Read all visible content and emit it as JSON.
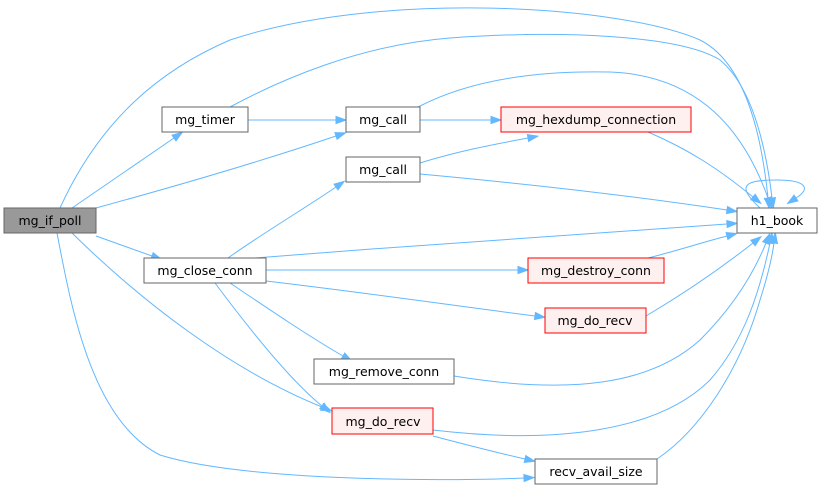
{
  "colors": {
    "edge": "#63b8ff",
    "node_fill": "#ffffff",
    "node_border": "#666666",
    "highlight_fill": "#999999",
    "highlight_border": "#666666",
    "red_fill": "#fff0f0",
    "red_border": "#ff0000"
  },
  "nodes": {
    "mg_if_poll": {
      "label": "mg_if_poll",
      "style": "highlight"
    },
    "mg_timer": {
      "label": "mg_timer",
      "style": "normal"
    },
    "mg_call_1": {
      "label": "mg_call",
      "style": "normal"
    },
    "mg_call_2": {
      "label": "mg_call",
      "style": "normal"
    },
    "mg_hexdump_connection": {
      "label": "mg_hexdump_connection",
      "style": "red"
    },
    "h1_book": {
      "label": "h1_book",
      "style": "normal"
    },
    "mg_close_conn": {
      "label": "mg_close_conn",
      "style": "normal"
    },
    "mg_destroy_conn": {
      "label": "mg_destroy_conn",
      "style": "red"
    },
    "mg_do_recv_1": {
      "label": "mg_do_recv",
      "style": "red"
    },
    "mg_remove_conn": {
      "label": "mg_remove_conn",
      "style": "normal"
    },
    "mg_do_recv_2": {
      "label": "mg_do_recv",
      "style": "red"
    },
    "recv_avail_size": {
      "label": "recv_avail_size",
      "style": "normal"
    }
  },
  "edges": [
    {
      "from": "mg_if_poll",
      "to": "mg_timer"
    },
    {
      "from": "mg_if_poll",
      "to": "mg_call_1"
    },
    {
      "from": "mg_if_poll",
      "to": "h1_book"
    },
    {
      "from": "mg_if_poll",
      "to": "mg_close_conn"
    },
    {
      "from": "mg_if_poll",
      "to": "mg_do_recv_2"
    },
    {
      "from": "mg_if_poll",
      "to": "recv_avail_size"
    },
    {
      "from": "mg_timer",
      "to": "mg_call_1"
    },
    {
      "from": "mg_timer",
      "to": "h1_book"
    },
    {
      "from": "mg_call_1",
      "to": "mg_hexdump_connection"
    },
    {
      "from": "mg_call_1",
      "to": "h1_book"
    },
    {
      "from": "mg_call_2",
      "to": "mg_hexdump_connection"
    },
    {
      "from": "mg_call_2",
      "to": "h1_book"
    },
    {
      "from": "mg_hexdump_connection",
      "to": "h1_book"
    },
    {
      "from": "h1_book",
      "to": "h1_book"
    },
    {
      "from": "mg_close_conn",
      "to": "mg_call_2"
    },
    {
      "from": "mg_close_conn",
      "to": "h1_book"
    },
    {
      "from": "mg_close_conn",
      "to": "mg_destroy_conn"
    },
    {
      "from": "mg_close_conn",
      "to": "mg_do_recv_1"
    },
    {
      "from": "mg_close_conn",
      "to": "mg_remove_conn"
    },
    {
      "from": "mg_close_conn",
      "to": "mg_do_recv_2"
    },
    {
      "from": "mg_destroy_conn",
      "to": "h1_book"
    },
    {
      "from": "mg_do_recv_1",
      "to": "h1_book"
    },
    {
      "from": "mg_remove_conn",
      "to": "h1_book"
    },
    {
      "from": "mg_do_recv_2",
      "to": "h1_book"
    },
    {
      "from": "mg_do_recv_2",
      "to": "recv_avail_size"
    },
    {
      "from": "recv_avail_size",
      "to": "h1_book"
    }
  ]
}
